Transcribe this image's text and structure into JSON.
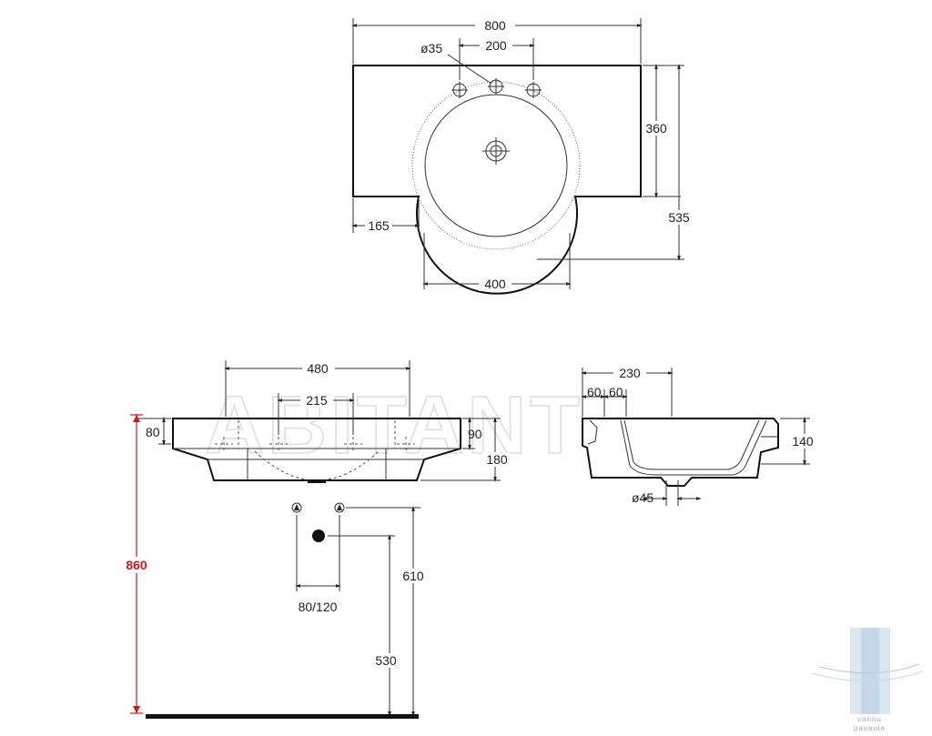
{
  "dimensions": {
    "top_view": {
      "overall_width": "800",
      "hole_diameter": "ø35",
      "tap_hole_spacing": "200",
      "depth_rear": "360",
      "depth_total": "535",
      "side_ledge": "165",
      "bowl_width": "400"
    },
    "front_view": {
      "bowl_width": "480",
      "fixing_spacing": "215",
      "rim_height": "80",
      "side_height": "90",
      "total_height": "180",
      "install_height": "860",
      "supply_spacing": "80/120",
      "supply_height": "610",
      "waste_height": "530"
    },
    "side_view": {
      "depth": "230",
      "offset_a": "60",
      "offset_b": "60",
      "height": "140",
      "waste_diameter": "ø45"
    }
  },
  "watermark": "ABITANT",
  "logo": {
    "line1": "vannu",
    "line2": "pasaule"
  },
  "colors": {
    "line": "#111111",
    "highlight_dimension": "#d01818",
    "watermark": "#e4e4e4",
    "logo": "#b7c9dc"
  }
}
